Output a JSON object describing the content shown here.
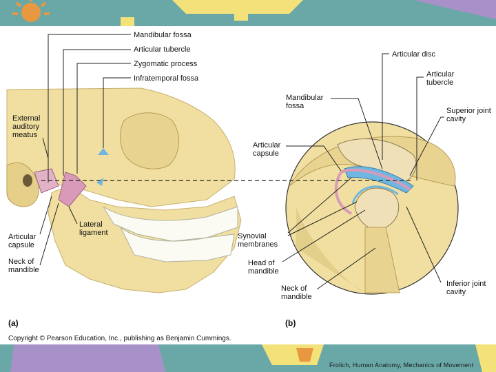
{
  "slide": {
    "labels_a": {
      "mandibular_fossa": "Mandibular fossa",
      "articular_tubercle": "Articular tubercle",
      "zygomatic_process": "Zygomatic process",
      "infratemporal_fossa": "Infratemporal fossa",
      "external_auditory_meatus": "External auditory meatus",
      "articular_capsule": "Articular capsule",
      "lateral_ligament": "Lateral ligament",
      "neck_of_mandible": "Neck of mandible"
    },
    "labels_b": {
      "articular_disc": "Articular disc",
      "articular_tubercle": "Articular tubercle",
      "mandibular_fossa": "Mandibular fossa",
      "superior_joint_cavity": "Superior joint cavity",
      "articular_capsule": "Articular capsule",
      "synovial_membranes": "Synovial membranes",
      "head_of_mandible": "Head of mandible",
      "neck_of_mandible": "Neck of mandible",
      "inferior_joint_cavity": "Inferior joint cavity"
    },
    "panel_a": "(a)",
    "panel_b": "(b)",
    "copyright": "Copyright © Pearson Education, Inc., publishing as Benjamin Cummings."
  },
  "footer": "Frolich, Human Anatomy, Mechanics of Movement",
  "colors": {
    "background": "#6aa8a8",
    "bone": "#f0dfa0",
    "bone_shadow": "#c8b070",
    "ligament": "#d89ab8",
    "disc": "#6fb7e0",
    "deco_yellow": "#f3e27a",
    "deco_purple": "#a890c8",
    "deco_orange": "#e89840"
  }
}
